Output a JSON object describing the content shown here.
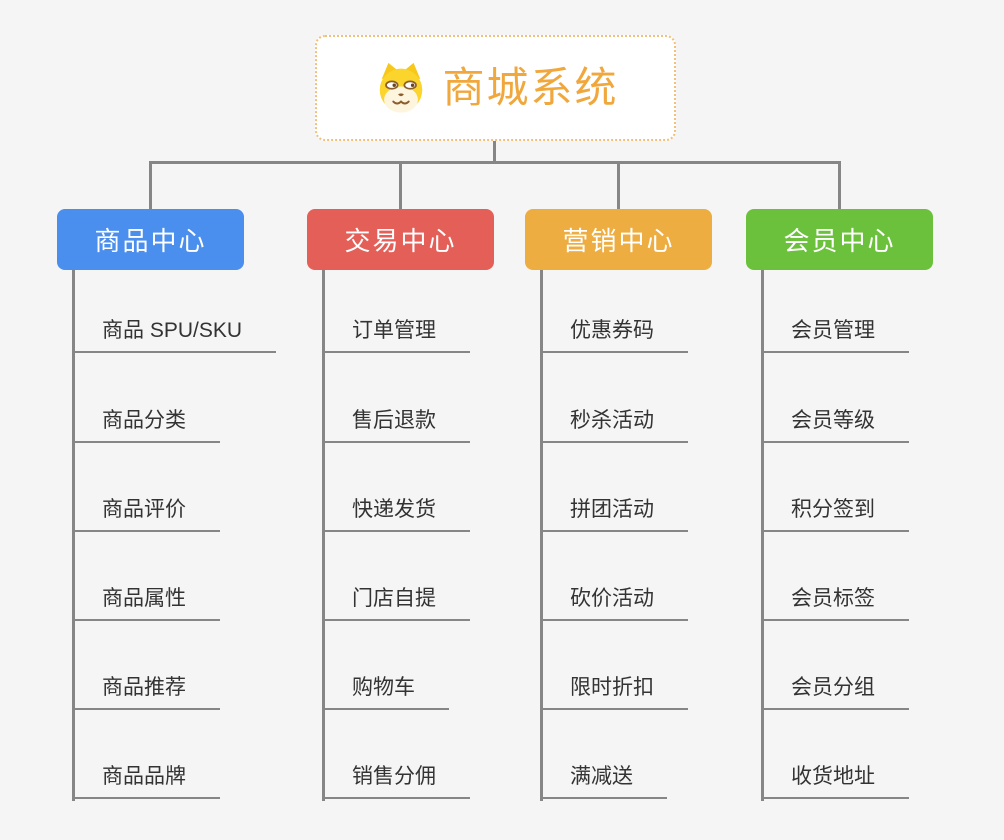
{
  "canvas": {
    "background": "#f5f5f5"
  },
  "root": {
    "title": "商城系统",
    "icon": "dog-face-icon",
    "title_color": "#F0A73C",
    "border_color": "#F2C179",
    "background": "#FFFFFF"
  },
  "connector_color": "#868686",
  "item_text_color": "#333333",
  "branches": [
    {
      "label": "商品中心",
      "color": "#4A8FEE",
      "children": [
        "商品 SPU/SKU",
        "商品分类",
        "商品评价",
        "商品属性",
        "商品推荐",
        "商品品牌"
      ]
    },
    {
      "label": "交易中心",
      "color": "#E45F58",
      "children": [
        "订单管理",
        "售后退款",
        "快递发货",
        "门店自提",
        "购物车",
        "销售分佣"
      ]
    },
    {
      "label": "营销中心",
      "color": "#EDAD40",
      "children": [
        "优惠券码",
        "秒杀活动",
        "拼团活动",
        "砍价活动",
        "限时折扣",
        "满减送"
      ]
    },
    {
      "label": "会员中心",
      "color": "#6CC13C",
      "children": [
        "会员管理",
        "会员等级",
        "积分签到",
        "会员标签",
        "会员分组",
        "收货地址"
      ]
    }
  ]
}
